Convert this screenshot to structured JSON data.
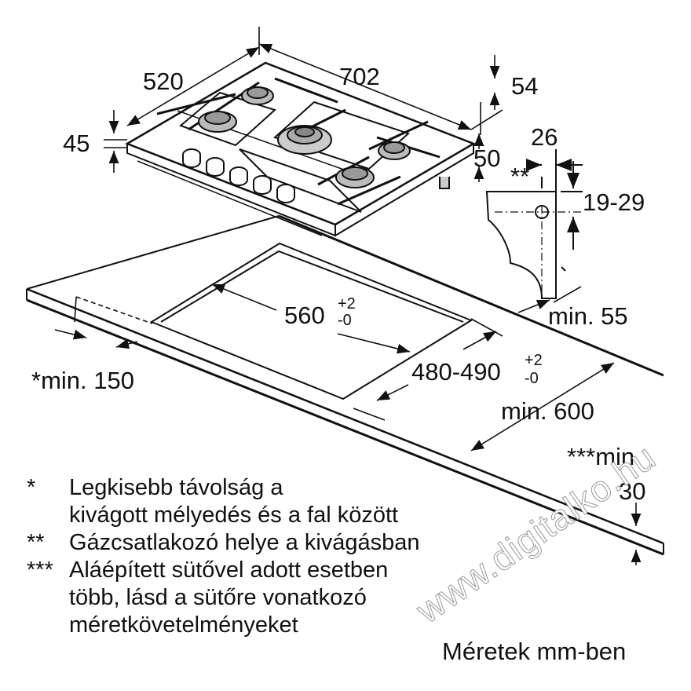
{
  "dimensions": {
    "width_702": "702",
    "depth_520": "520",
    "height_45": "45",
    "height_54": "54",
    "height_50": "50",
    "gas_26": "26",
    "gas_19_29": "19-29",
    "gas_marker": "**",
    "min_55": "min. 55",
    "cutout_560": "560",
    "cutout_560_tol_plus": "+2",
    "cutout_560_tol_minus": "-0",
    "cutout_480_490": "480-490",
    "cutout_480_tol_plus": "+2",
    "cutout_480_tol_minus": "-0",
    "min_150": "*min. 150",
    "min_600": "min. 600",
    "min_30_a": "***min.",
    "min_30_b": "30"
  },
  "notes": [
    {
      "mark": "*",
      "lines": [
        "Legkisebb távolság a",
        "kivágott mélyedés és a fal között"
      ]
    },
    {
      "mark": "**",
      "lines": [
        "Gázcsatlakozó helye a kivágásban"
      ]
    },
    {
      "mark": "***",
      "lines": [
        "Aláépített sütővel adott esetben",
        "több, lásd a sütőre vonatkozó",
        "méretkövetelményeket"
      ]
    }
  ],
  "units": "Méretek mm-ben",
  "watermark": "www.digitalko.hu"
}
